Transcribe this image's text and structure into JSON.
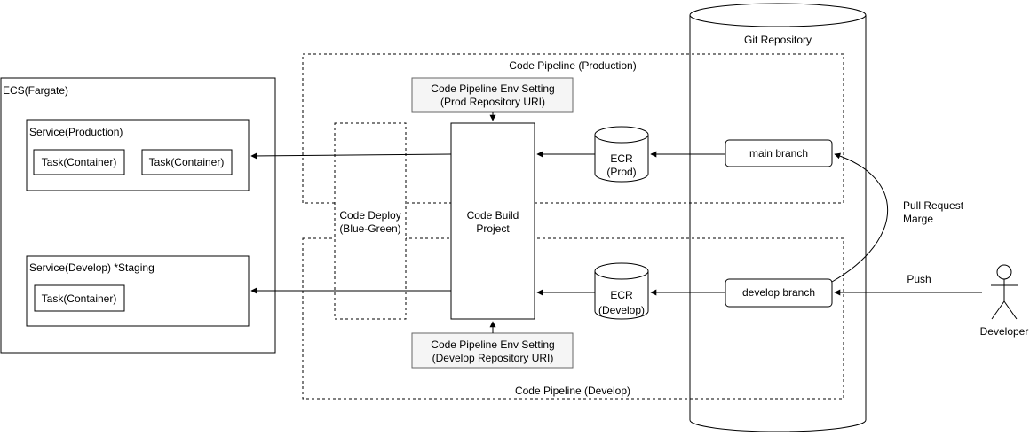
{
  "colors": {
    "stroke": "#000000",
    "background": "#ffffff",
    "env_box_fill": "#f5f5f5",
    "env_box_stroke": "#666666"
  },
  "git_repository": {
    "label": "Git Repository"
  },
  "pipeline_production": {
    "label": "Code Pipeline (Production)"
  },
  "pipeline_develop": {
    "label": "Code Pipeline (Develop)"
  },
  "ecs": {
    "label": "ECS(Fargate)",
    "service_production": {
      "label": "Service(Production)",
      "tasks": [
        "Task(Container)",
        "Task(Container)"
      ]
    },
    "service_develop": {
      "label": "Service(Develop) *Staging",
      "tasks": [
        "Task(Container)"
      ]
    }
  },
  "code_deploy": {
    "line1": "Code Deploy",
    "line2": "(Blue-Green)"
  },
  "code_build": {
    "line1": "Code Build",
    "line2": "Project"
  },
  "env_prod": {
    "line1": "Code Pipeline Env Setting",
    "line2": "(Prod Repository URI)"
  },
  "env_develop": {
    "line1": "Code Pipeline Env Setting",
    "line2": "(Develop Repository URI)"
  },
  "ecr_prod": {
    "line1": "ECR",
    "line2": "(Prod)"
  },
  "ecr_develop": {
    "line1": "ECR",
    "line2": "(Develop)"
  },
  "main_branch": {
    "label": "main branch"
  },
  "develop_branch": {
    "label": "develop branch"
  },
  "pull_request": {
    "line1": "Pull Request",
    "line2": "Marge"
  },
  "push": {
    "label": "Push"
  },
  "developer": {
    "label": "Developer"
  }
}
